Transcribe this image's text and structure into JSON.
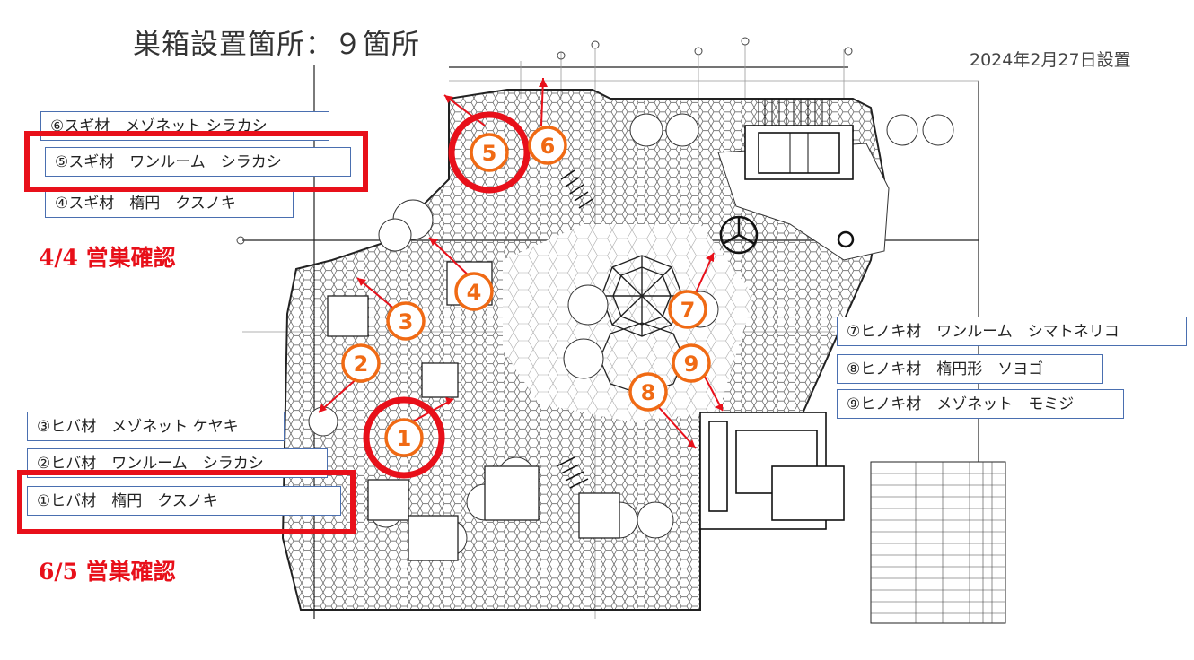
{
  "header": {
    "title": "巣箱設置箇所：９箇所",
    "date": "2024年2月27日設置"
  },
  "labels": {
    "l6": "⑥スギ材　メゾネット シラカシ",
    "l5": "⑤スギ材　ワンルーム　シラカシ",
    "l4": "④スギ材　楕円　クスノキ",
    "l7": "⑦ヒノキ材　ワンルーム　シマトネリコ",
    "l8": "⑧ヒノキ材　楕円形　ソヨゴ",
    "l9": "⑨ヒノキ材　メゾネット　モミジ",
    "l3": "③ヒバ材　メゾネット ケヤキ",
    "l2": "②ヒバ材　ワンルーム　シラカシ",
    "l1": "①ヒバ材　楕円　クスノキ"
  },
  "confirmations": {
    "c1": "4/4 営巣確認",
    "c2": "6/5 営巣確認"
  },
  "markers": {
    "m1": "1",
    "m2": "2",
    "m3": "3",
    "m4": "4",
    "m5": "5",
    "m6": "6",
    "m7": "7",
    "m8": "8",
    "m9": "9"
  },
  "colors": {
    "highlight": "#e8101a",
    "marker": "#f06a14",
    "label_border": "#4a6fb0"
  }
}
